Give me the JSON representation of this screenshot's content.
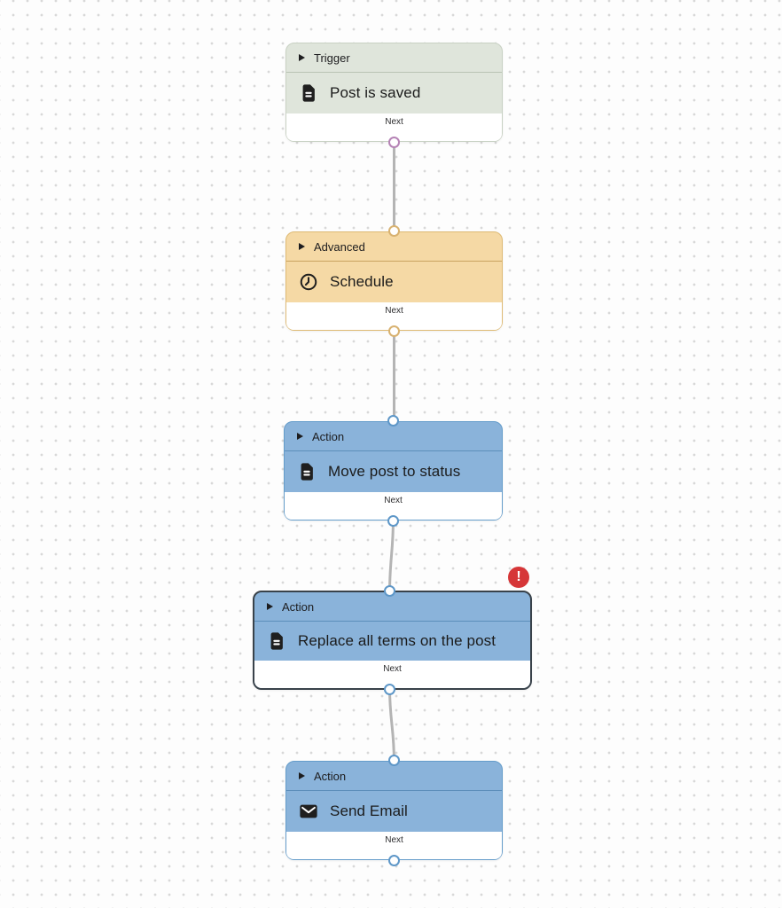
{
  "canvas": {
    "background_color": "#fdfdfd",
    "dot_color": "#d8d8d8",
    "connector_color": "#b4b4b4"
  },
  "error_badge": {
    "symbol": "!",
    "color": "#d63638"
  },
  "nodes": [
    {
      "category": "Trigger",
      "title": "Post is saved",
      "icon": "document-icon",
      "footer_label": "Next",
      "selected": false,
      "has_error": false,
      "colors": {
        "fill": "#dfe5db",
        "border": "#c8d1c3",
        "divider": "#b9c3b4",
        "handle_ring": "#b583b5"
      }
    },
    {
      "category": "Advanced",
      "title": "Schedule",
      "icon": "clock-icon",
      "footer_label": "Next",
      "selected": false,
      "has_error": false,
      "colors": {
        "fill": "#f5d9a5",
        "border": "#deba74",
        "divider": "#c9a35f",
        "handle_ring": "#d8b271"
      }
    },
    {
      "category": "Action",
      "title": "Move post to status",
      "icon": "document-icon",
      "footer_label": "Next",
      "selected": false,
      "has_error": false,
      "colors": {
        "fill": "#8ab3da",
        "border": "#649cca",
        "divider": "#5c8eba",
        "handle_ring": "#5e97c8"
      }
    },
    {
      "category": "Action",
      "title": "Replace all terms on the post",
      "icon": "document-icon",
      "footer_label": "Next",
      "selected": true,
      "has_error": true,
      "colors": {
        "fill": "#8ab3da",
        "border": "#39424a",
        "divider": "#5c8eba",
        "handle_ring": "#5e97c8"
      }
    },
    {
      "category": "Action",
      "title": "Send Email",
      "icon": "mail-icon",
      "footer_label": "Next",
      "selected": false,
      "has_error": false,
      "colors": {
        "fill": "#8ab3da",
        "border": "#649cca",
        "divider": "#5c8eba",
        "handle_ring": "#5e97c8"
      }
    }
  ]
}
